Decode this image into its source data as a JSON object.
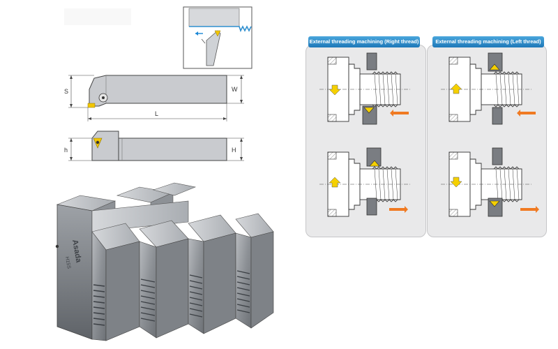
{
  "tool_drawing": {
    "dim_s": "S",
    "dim_w": "W",
    "dim_l": "L",
    "dim_h_small": "h",
    "dim_h_large": "H"
  },
  "die_set": {
    "brand": "Asada",
    "model": "H15S"
  },
  "panels": {
    "right": {
      "title": "External threading machining  (Right thread)"
    },
    "left": {
      "title": "External threading machining  (Left thread)"
    }
  },
  "colors": {
    "panel_bg": "#e9e9ea",
    "header_blue": "#2a8fd0",
    "arrow_yellow": "#f5d000",
    "arrow_orange": "#f07a22",
    "tool_gray": "#c9cbcf"
  }
}
